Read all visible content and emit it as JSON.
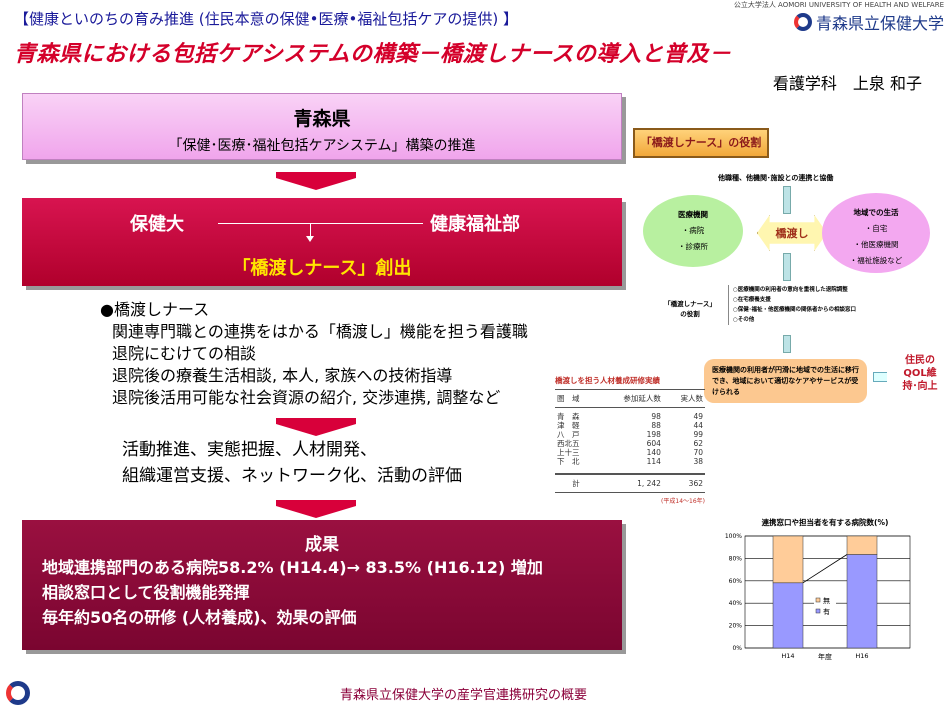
{
  "header": {
    "subtitle": "【健康といのちの育み推進 (住民本意の保健•医療•福祉包括ケアの提供) 】",
    "title": "青森県における包括ケアシステムの構築－橋渡しナースの導入と普及－",
    "author": "看護学科　上泉 和子",
    "logo_sub": "公立大学法人 AOMORI UNIVERSITY OF HEALTH AND WELFARE",
    "logo_name": "青森県立保健大学"
  },
  "pref_box": {
    "title": "青森県",
    "desc": "「保健･医療･福祉包括ケアシステム」構築の推進"
  },
  "collab_box": {
    "left": "保健大",
    "right": "健康福祉部",
    "result": "「橋渡しナース」創出"
  },
  "bridge_nurse": {
    "heading": "●橋渡しナース",
    "items": [
      "関連専門職との連携をはかる「橋渡し」機能を担う看護職",
      "退院にむけての相談",
      "退院後の療養生活相談, 本人, 家族への技術指導",
      "退院後活用可能な社会資源の紹介, 交渉連携, 調整など"
    ]
  },
  "activities": [
    "活動推進、実態把握、人材開発、",
    "組織運営支援、ネットワーク化、活動の評価"
  ],
  "results": {
    "heading": "成果",
    "items": [
      "地域連携部門のある病院58.2% (H14.4)→ 83.5% (H16.12) 増加",
      "相談窓口として役割機能発揮",
      "毎年約50名の研修 (人材養成)、効果の評価"
    ]
  },
  "footer": "青森県立保健大学の産学官連携研究の概要",
  "diagram": {
    "label": "「橋渡しナース」の役割",
    "top": "他職種、他機関･施設との連携と協働",
    "left_title": "医療機関",
    "left_items": [
      "・病院",
      "・診療所"
    ],
    "center": "橋渡し",
    "right_title": "地域での生活",
    "right_items": [
      "・自宅",
      "・他医療機関",
      "・福祉施設など"
    ],
    "role_label": "「橋渡しナース」\nの役割",
    "roles": [
      "○医療機関の利用者の意向を重視した退院調整",
      "○在宅療養支援",
      "○保健･福祉・他医療機関の関係者からの相談窓口",
      "○その他"
    ],
    "outcome": "医療機関の利用者が円滑に地域での生活に移行でき、地域において適切なケアやサービスが受けられる",
    "qol": "住民の QOL維持･向上"
  },
  "training_table": {
    "title": "橋渡しを担う人材養成研修実績",
    "headers": [
      "圏　域",
      "参加延人数",
      "実人数"
    ],
    "rows": [
      [
        "青　森",
        "98",
        "49"
      ],
      [
        "津　軽",
        "88",
        "44"
      ],
      [
        "八　戸",
        "198",
        "99"
      ],
      [
        "西北五",
        "604",
        "62"
      ],
      [
        "上十三",
        "140",
        "70"
      ],
      [
        "下　北",
        "114",
        "38"
      ]
    ],
    "total": [
      "計",
      "1, 242",
      "362"
    ],
    "note": "(平成14～16年)"
  },
  "chart_data": {
    "type": "bar",
    "stacked": true,
    "title": "連携窓口や担当者を有する病院数(%)",
    "xlabel": "年度",
    "categories": [
      "H14",
      "H16"
    ],
    "series": [
      {
        "name": "有",
        "values": [
          58.2,
          83.5
        ],
        "color": "#9999ff"
      },
      {
        "name": "無",
        "values": [
          41.8,
          16.5
        ],
        "color": "#ffcc99"
      }
    ],
    "ylim": [
      0,
      100
    ],
    "yticks": [
      "0%",
      "20%",
      "40%",
      "60%",
      "80%",
      "100%"
    ],
    "legend": "center"
  }
}
